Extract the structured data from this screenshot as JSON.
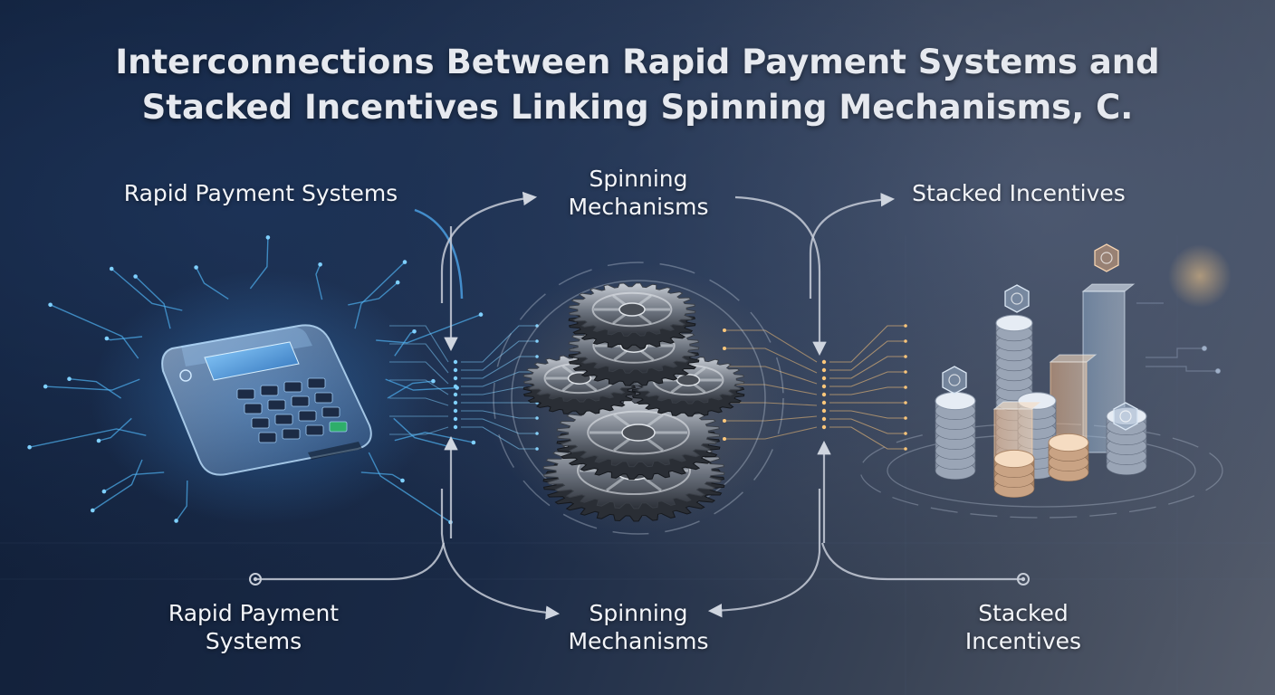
{
  "title": {
    "line1": "Interconnections Between Rapid Payment Systems and",
    "line2": "Stacked Incentives Linking Spinning Mechanisms, C."
  },
  "top_labels": {
    "rapid_payment": "Rapid Payment Systems",
    "spinning_line1": "Spinning",
    "spinning_line2": "Mechanisms",
    "stacked": "Stacked Incentives"
  },
  "bottom_labels": {
    "rapid_line1": "Rapid Payment",
    "rapid_line2": "Systems",
    "spinning_line1": "Spinning",
    "spinning_line2": "Mechanisms",
    "stacked_line1": "Stacked",
    "stacked_line2": "Incentives"
  },
  "icons": {
    "payment": "payment-terminal-icon",
    "gears": "gears-icon",
    "incentives": "coin-stack-chart-icon"
  },
  "colors": {
    "circuit": "#4fb0f0",
    "spark": "#ffc77a",
    "arrow": "#c7cdd8",
    "accent_blue": "#4a9ee0"
  }
}
